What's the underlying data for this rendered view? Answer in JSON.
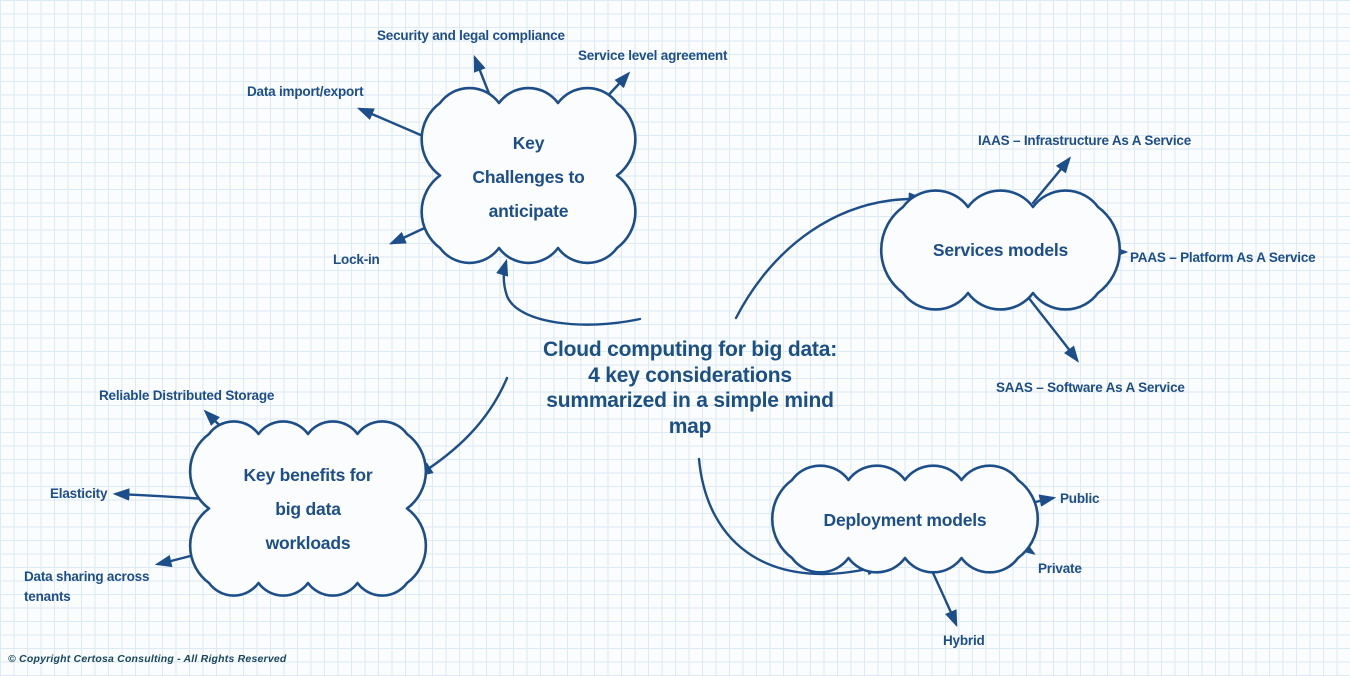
{
  "title": {
    "lines": [
      "Cloud computing for big data:",
      "4 key considerations",
      "summarized in a simple mind",
      "map"
    ]
  },
  "nodes": {
    "challenges": {
      "title_lines": [
        "Key",
        "Challenges to",
        "anticipate"
      ],
      "children": {
        "security": "Security and legal compliance",
        "sla": "Service level agreement",
        "import_export": "Data import/export",
        "lock_in": "Lock-in"
      }
    },
    "services": {
      "title": "Services models",
      "children": {
        "iaas": "IAAS – Infrastructure As A Service",
        "paas": "PAAS – Platform As A Service",
        "saas": "SAAS – Software As A Service"
      }
    },
    "benefits": {
      "title_lines": [
        "Key benefits for",
        "big data",
        "workloads"
      ],
      "children": {
        "storage": "Reliable Distributed Storage",
        "elasticity": "Elasticity",
        "sharing": "Data sharing across tenants"
      }
    },
    "deployment": {
      "title": "Deployment models",
      "children": {
        "public": "Public",
        "private": "Private",
        "hybrid": "Hybrid"
      }
    }
  },
  "footer": {
    "copyright": "© Copyright Certosa Consulting - All Rights Reserved"
  },
  "colors": {
    "ink": "#1c4e89",
    "center_title": "#1a5083",
    "copyright": "#17465e",
    "paper": "#fbfcfd",
    "grid": "#dceaf4"
  }
}
